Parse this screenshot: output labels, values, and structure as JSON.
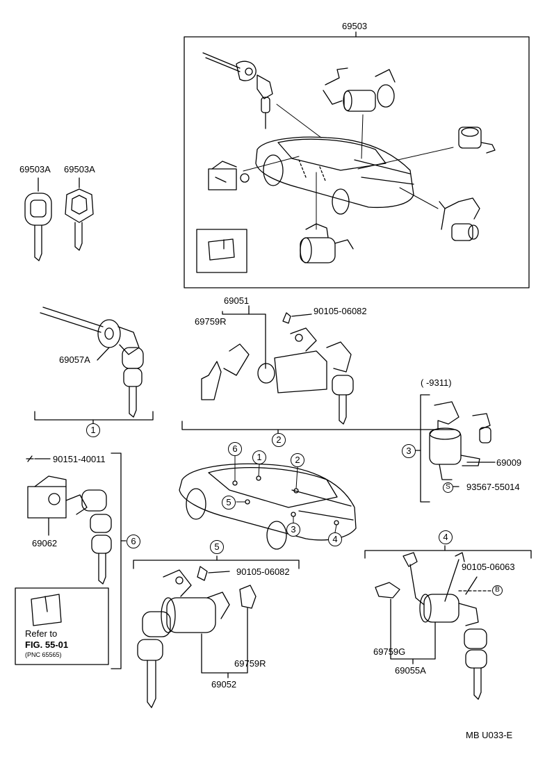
{
  "labels": {
    "p69503": "69503",
    "p69503a_1": "69503A",
    "p69503a_2": "69503A",
    "p69051": "69051",
    "p69759r_top": "69759R",
    "p90105_06082_top": "90105-06082",
    "p69057a": "69057A",
    "p9311": "(     -9311)",
    "p69009": "69009",
    "p93567": "93567-55014",
    "p90151": "90151-40011",
    "p69062": "69062",
    "p90105_06082_bot": "90105-06082",
    "p69759r_bot": "69759R",
    "p69052": "69052",
    "p90105_06063": "90105-06063",
    "p69759g": "69759G",
    "p69055a": "69055A",
    "refer_line1": "Refer to",
    "refer_line2": "FIG. 55-01",
    "refer_line3": "(PNC 65565)",
    "footer": "MB U033-E"
  },
  "callouts": {
    "c1": "1",
    "c2": "2",
    "c3": "3",
    "c4": "4",
    "c5": "5",
    "c6": "6",
    "s_circle": "S",
    "b_circle": "B"
  }
}
